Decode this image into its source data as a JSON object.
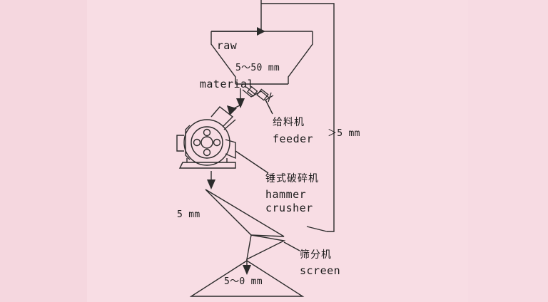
{
  "diagram": {
    "title": "Hammer crusher process flow",
    "background_color": "#f8dde4",
    "line_color": "#2b2b2b",
    "labels": {
      "raw_material_line1": "raw",
      "raw_material_line2": "material",
      "hopper_size": "5～50 mm",
      "feeder_cn": "给料机",
      "feeder_en": "feeder",
      "crusher_cn": "锤式破碎机",
      "crusher_en_line1": "hammer",
      "crusher_en_line2": "crusher",
      "screen_cn": "筛分机",
      "screen_en": "screen",
      "oversize": "＞5 mm",
      "screen_cut": "5 mm",
      "product_size": "5～0 mm"
    },
    "flow_steps": [
      "raw material",
      "5～50 mm hopper",
      "feeder",
      "hammer crusher",
      "screen",
      "5～0 mm product"
    ],
    "recycle_stream": "＞5 mm returns to hopper"
  }
}
